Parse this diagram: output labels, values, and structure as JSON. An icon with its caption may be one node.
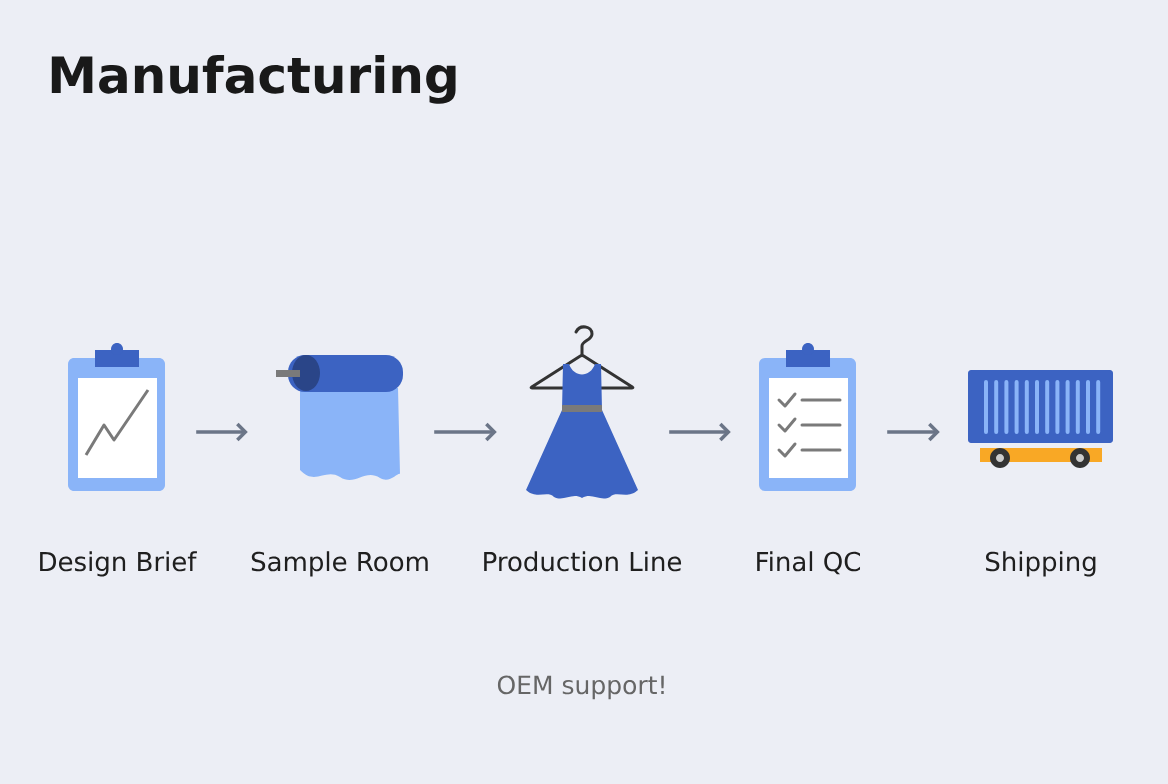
{
  "diagram": {
    "title": "Manufacturing",
    "nodes": [
      {
        "text": [
          "Design Brief"
        ]
      },
      {
        "text": [
          "Sample Room"
        ]
      },
      {
        "text": [
          "Production Line"
        ]
      },
      {
        "text": [
          "Final QC"
        ]
      },
      {
        "text": [
          "Shipping"
        ]
      }
    ],
    "edges": [
      {
        "from": 0,
        "to": 1,
        "arrow": "to"
      },
      {
        "from": 1,
        "to": 2,
        "arrow": "to"
      },
      {
        "from": 2,
        "to": 3,
        "arrow": "to"
      },
      {
        "from": 3,
        "to": 4,
        "arrow": "to"
      }
    ],
    "labels": [
      "OEM support!"
    ]
  }
}
